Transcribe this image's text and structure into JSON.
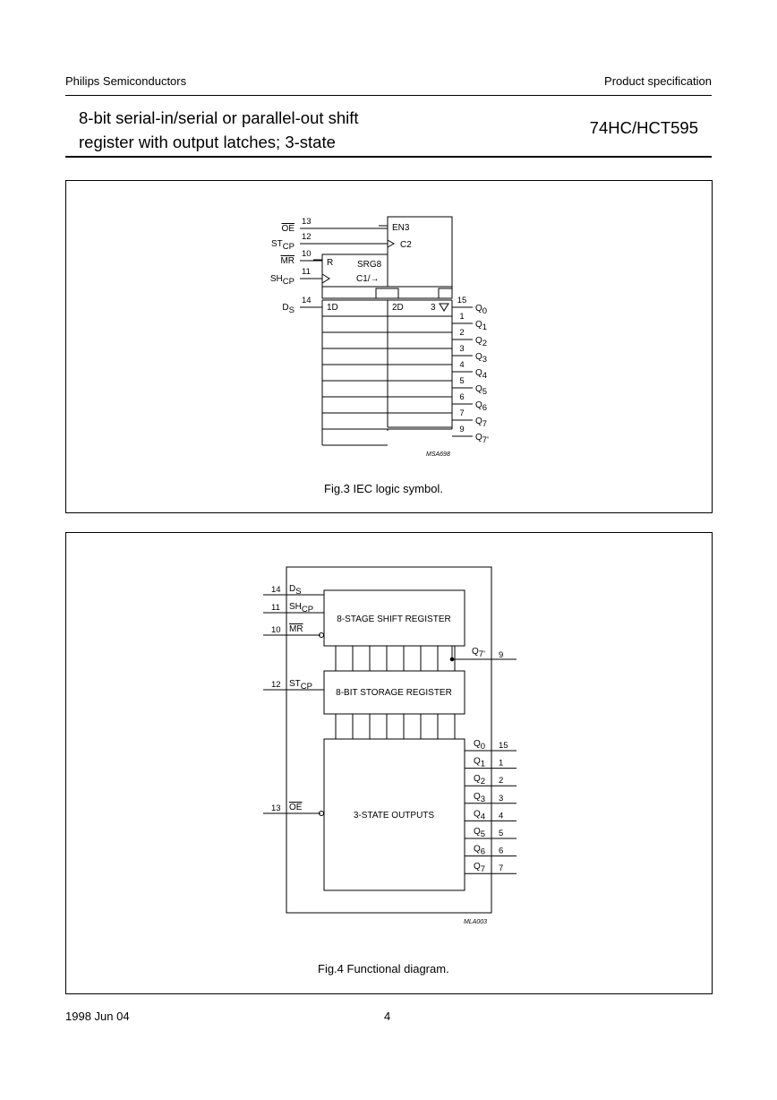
{
  "header": {
    "company": "Philips Semiconductors",
    "doc_type": "Product specification",
    "title_line1": "8-bit serial-in/serial or parallel-out shift",
    "title_line2": "register with output latches; 3-state",
    "part_number": "74HC/HCT595"
  },
  "fig3": {
    "caption": "Fig.3  IEC logic symbol.",
    "code": "MSA698",
    "block_labels": {
      "en": "EN3",
      "c2": "C2",
      "r": "R",
      "srg": "SRG8",
      "c1": "C1/→",
      "d1": "1D",
      "d2": "2D",
      "three": "3"
    },
    "inputs": [
      {
        "pin": "13",
        "base": "OE",
        "sub": "",
        "overline": true
      },
      {
        "pin": "12",
        "base": "ST",
        "sub": "CP",
        "overline": false
      },
      {
        "pin": "10",
        "base": "MR",
        "sub": "",
        "overline": true
      },
      {
        "pin": "11",
        "base": "SH",
        "sub": "CP",
        "overline": false
      },
      {
        "pin": "14",
        "base": "D",
        "sub": "S",
        "overline": false
      }
    ],
    "outputs": [
      {
        "pin": "15",
        "base": "Q",
        "sub": "0"
      },
      {
        "pin": "1",
        "base": "Q",
        "sub": "1"
      },
      {
        "pin": "2",
        "base": "Q",
        "sub": "2"
      },
      {
        "pin": "3",
        "base": "Q",
        "sub": "3"
      },
      {
        "pin": "4",
        "base": "Q",
        "sub": "4"
      },
      {
        "pin": "5",
        "base": "Q",
        "sub": "5"
      },
      {
        "pin": "6",
        "base": "Q",
        "sub": "6"
      },
      {
        "pin": "7",
        "base": "Q",
        "sub": "7"
      },
      {
        "pin": "9",
        "base": "Q",
        "sub": "7'"
      }
    ]
  },
  "fig4": {
    "caption": "Fig.4  Functional diagram.",
    "code": "MLA003",
    "blocks": {
      "shift": "8-STAGE SHIFT REGISTER",
      "storage": "8-BIT STORAGE REGISTER",
      "outputs": "3-STATE OUTPUTS"
    },
    "inputs": [
      {
        "pin": "14",
        "base": "D",
        "sub": "S",
        "overline": false
      },
      {
        "pin": "11",
        "base": "SH",
        "sub": "CP",
        "overline": false
      },
      {
        "pin": "10",
        "base": "MR",
        "sub": "",
        "overline": true
      },
      {
        "pin": "12",
        "base": "ST",
        "sub": "CP",
        "overline": false
      },
      {
        "pin": "13",
        "base": "OE",
        "sub": "",
        "overline": true
      }
    ],
    "serial_out": {
      "pin": "9",
      "base": "Q",
      "sub": "7'"
    },
    "outputs": [
      {
        "pin": "15",
        "base": "Q",
        "sub": "0"
      },
      {
        "pin": "1",
        "base": "Q",
        "sub": "1"
      },
      {
        "pin": "2",
        "base": "Q",
        "sub": "2"
      },
      {
        "pin": "3",
        "base": "Q",
        "sub": "3"
      },
      {
        "pin": "4",
        "base": "Q",
        "sub": "4"
      },
      {
        "pin": "5",
        "base": "Q",
        "sub": "5"
      },
      {
        "pin": "6",
        "base": "Q",
        "sub": "6"
      },
      {
        "pin": "7",
        "base": "Q",
        "sub": "7"
      }
    ]
  },
  "footer": {
    "date": "1998 Jun 04",
    "page": "4"
  }
}
